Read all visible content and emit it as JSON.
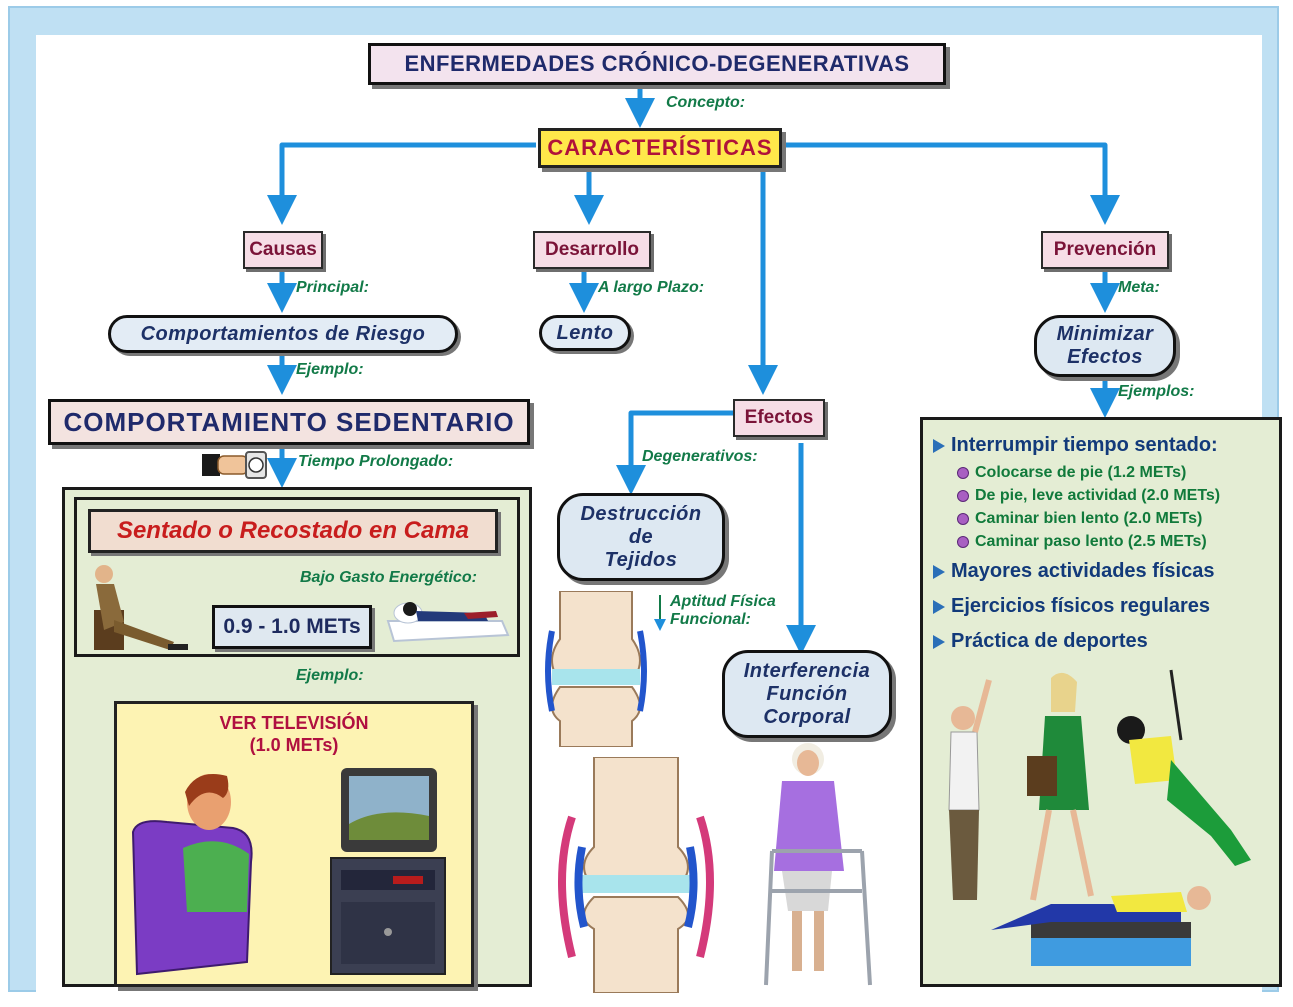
{
  "title": "ENFERMEDADES CRÓNICO-DEGENERATIVAS",
  "concepto_label": "Concepto:",
  "caracteristicas": "CARACTERÍSTICAS",
  "causas": {
    "label": "Causas",
    "principal_label": "Principal:",
    "principal": "Comportamientos de Riesgo",
    "ejemplo_label": "Ejemplo:",
    "sedentario": "COMPORTAMIENTO SEDENTARIO",
    "tiempo_label": "Tiempo Prolongado:",
    "sentado": "Sentado o Recostado en Cama",
    "gasto_label": "Bajo Gasto Energético:",
    "mets": "0.9 - 1.0 METs",
    "ejemplo2_label": "Ejemplo:",
    "tv_title": "VER TELEVISIÓN",
    "tv_mets": "(1.0 METs)"
  },
  "desarrollo": {
    "label": "Desarrollo",
    "plazo_label": "A largo Plazo:",
    "value": "Lento"
  },
  "efectos": {
    "label": "Efectos",
    "degenerativos_label": "Degenerativos:",
    "destruccion": "Destrucción\nde\nTejidos",
    "aptitud_label_1": "Aptitud Física",
    "aptitud_label_2": "Funcional:",
    "interferencia": "Interferencia\nFunción\nCorporal"
  },
  "prevencion": {
    "label": "Prevención",
    "meta_label": "Meta:",
    "meta": "Minimizar\nEfectos",
    "ejemplos_label": "Ejemplos:",
    "items": [
      "Interrumpir tiempo sentado:",
      "Mayores actividades físicas",
      "Ejercicios físicos regulares",
      "Práctica de deportes"
    ],
    "subitems": [
      "Colocarse de pie (1.2 METs)",
      "De pie, leve actividad (2.0 METs)",
      "Caminar bien lento (2.0 METs)",
      "Caminar paso lento (2.5 METs)"
    ]
  },
  "colors": {
    "arrow": "#1e8fdc",
    "label_green": "#127a48",
    "panel_green": "#e4edd4",
    "caracteristicas_fill": "#ffe84a"
  }
}
